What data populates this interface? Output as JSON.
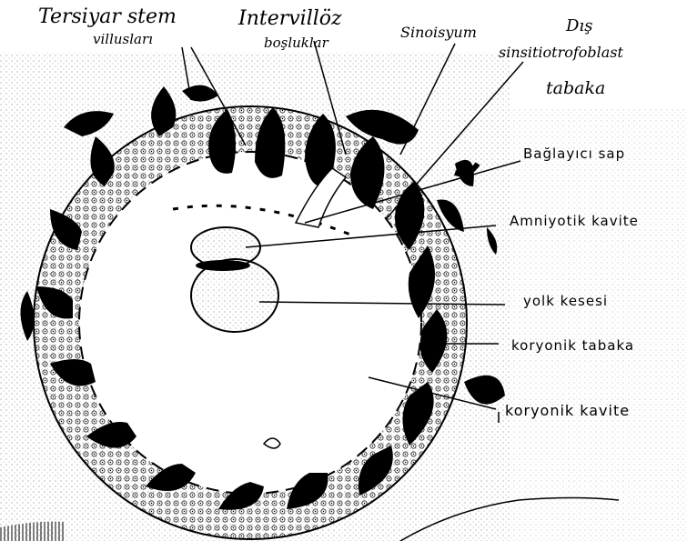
{
  "labels": {
    "tersiyar": "Tersiyar stem",
    "villuslari": "villusları",
    "intervilloz": "Intervillöz",
    "bosluklar": "boşluklar",
    "sinoisyum": "Sinoisyum",
    "dis": "Dış",
    "sinsitiotrofoblast": "sinsitiotrofoblast",
    "tabaka": "tabaka",
    "baglayici_sap": "Bağlayıcı   sap",
    "amniyotik_kavite": "Amniyotik  kavite",
    "yolk_kesesi": "yolk kesesi",
    "koryonik_tabaka": "koryonik tabaka",
    "koryonik_kavite": "koryonik  kavite"
  },
  "colors": {
    "ink": "#000000",
    "stipple": "#8a8a8a",
    "paper": "#ffffff"
  }
}
